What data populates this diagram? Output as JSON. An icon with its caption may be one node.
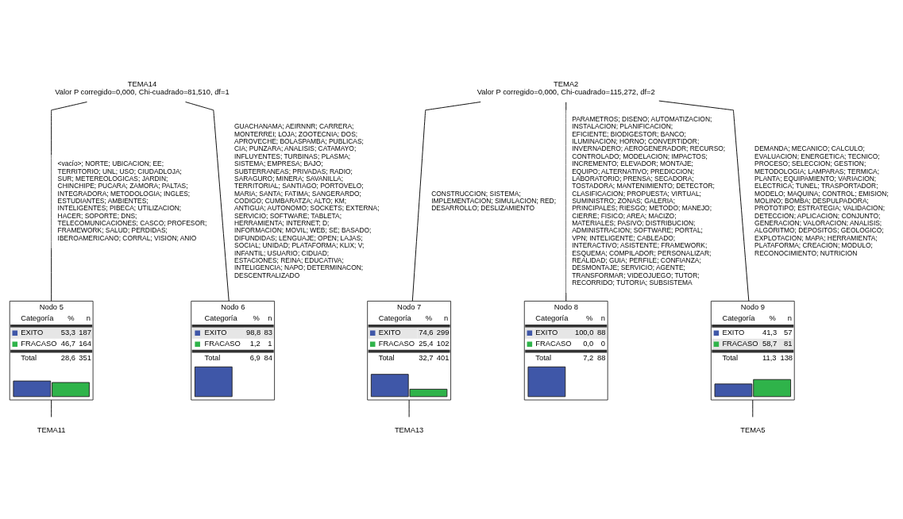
{
  "diagram": {
    "nodes": [
      {
        "text": [
          "TEMA14",
          "Valor P corregido=0,000, Chi-cuadrado=81,510, df=1"
        ]
      },
      {
        "text": [
          "TEMA2",
          "Valor P corregido=0,000, Chi-cuadrado=115,272, df=2"
        ]
      },
      {
        "text": [
          "Nodo 5",
          "Categoría",
          "%",
          "n",
          "EXITO",
          "53,3",
          "187",
          "FRACASO",
          "46,7",
          "164",
          "Total",
          "28,6",
          "351"
        ]
      },
      {
        "text": [
          "Nodo 6",
          "Categoría",
          "%",
          "n",
          "EXITO",
          "98,8",
          "83",
          "FRACASO",
          "1,2",
          "1",
          "Total",
          "6,9",
          "84"
        ]
      },
      {
        "text": [
          "Nodo 7",
          "Categoría",
          "%",
          "n",
          "EXITO",
          "74,6",
          "299",
          "FRACASO",
          "25,4",
          "102",
          "Total",
          "32,7",
          "401"
        ]
      },
      {
        "text": [
          "Nodo 8",
          "Categoría",
          "%",
          "n",
          "EXITO",
          "100,0",
          "88",
          "FRACASO",
          "0,0",
          "0",
          "Total",
          "7,2",
          "88"
        ]
      },
      {
        "text": [
          "Nodo 9",
          "Categoría",
          "%",
          "n",
          "EXITO",
          "41,3",
          "57",
          "FRACASO",
          "58,7",
          "81",
          "Total",
          "11,3",
          "138"
        ]
      },
      {
        "text": [
          "TEMA11"
        ]
      },
      {
        "text": [
          "TEMA13"
        ]
      },
      {
        "text": [
          "TEMA5"
        ]
      }
    ],
    "edges": [
      {
        "from": 0,
        "to": 2,
        "arrow": "none",
        "label": "<vacío>; NORTE; UBICACION; EE; TERRITORIO; UNL; USO; CIUDADLOJA; SUR; METEREOLOGICAS; JARDIN; CHINCHIPE; PUCARA; ZAMORA; PALTAS; INTEGRADORA; METODOLOGIA; INGLES; ESTUDIANTES; AMBIENTES; INTELIGENTES; PIBECA; UTILIZACION; HACER; SOPORTE; DNS; TELECOMUNICACIONES; CASCO; PROFESOR; FRAMEWORK; SALUD; PERDIDAS; IBEROAMERICANO; CORRAL; VISION; ANIO"
      },
      {
        "from": 0,
        "to": 3,
        "arrow": "none",
        "label": "GUACHANAMA; AEIRNNR; CARRERA; MONTERREI; LOJA; ZOOTECNIA; DOS; APROVECHE; BOLASPAMBA; PUBLICAS; CIA; PUNZARA; ANALISIS; CATAMAYO; INFLUYENTES; TURBINAS; PLASMA; SISTEMA; EMPRESA; BAJO; SUBTERRANEAS; PRIVADAS; RADIO; SARAGURO; MINERA; SAVANILLA; TERRITORIAL; SANTIAGO; PORTOVELO; MARIA; SANTA; FATIMA; SANGERARDO; CODIGO; CUMBARATZA; ALTO; KM; ANTIGUA; AUTONOMO; SOCKETS; EXTERNA; SERVICIO; SOFTWARE; TABLETA; HERRAMIENTA; INTERNET; D; INFORMACION; MOVIL; WEB; SE; BASADO; DIFUNDIDAS; LENGUAJE; OPEN; LAJAS; SOCIAL; UNIDAD; PLATAFORMA; KLIX; V; INFANTIL; USUARIO; CIDUAD; ESTACIONES; REINA; EDUCATIVA; INTELIGENCIA; NAPO; DETERMINACON; DESCENTRALIZADO"
      },
      {
        "from": 1,
        "to": 4,
        "arrow": "none",
        "label": "CONSTRUCCION; SISTEMA; IMPLEMENTACION; SIMULACION; RED; DESARROLLO; DESLIZAMIENTO"
      },
      {
        "from": 1,
        "to": 5,
        "arrow": "none",
        "label": "PARAMETROS; DISENO; AUTOMATIZACION; INSTALACION; PLANIFICACION; EFICIENTE; BIODIGESTOR; BANCO; ILUMINACION; HORNO; CONVERTIDOR; INVERNADERO; AEROGENERADOR; RECURSO; CONTROLADO; MODELACION; IMPACTOS; INCREMENTO; ELEVADOR; MONTAJE; EQUIPO; ALTERNATIVO; PREDICCION; LABORATORIO; PRENSA; SECADORA; TOSTADORA; MANTENIMIENTO; DETECTOR; CLASIFICACION; PROPUESTA; VIRTUAL; SUMINISTRO; ZONAS; GALERIA; PRINCIPALES; RIESGO; METODO; MANEJO; CIERRE; FISICO; AREA; MACIZO; MATERIALES; PASIVO; DISTRIBUCION; ADMINISTRACION; SOFTWARE; PORTAL; VPN; INTELIGENTE; CABLEADO; INTERACTIVO; ASISTENTE; FRAMEWORK; ESQUEMA; COMPILADOR; PERSONALIZAR; REALIDAD; GUIA; PERFILE; CONFIANZA; DESMONTAJE; SERVICIO; AGENTE; TRANSFORMAR; VIDEOJUEGO; TUTOR; RECORRIDO; TUTORIA; SUBSISTEMA"
      },
      {
        "from": 1,
        "to": 6,
        "arrow": "none",
        "label": "DEMANDA; MECANICO; CALCULO; EVALUACION; ENERGETICA; TECNICO; PROCESO; SELECCION; GESTION; METODOLOGIA; LAMPARAS; TERMICA; PLANTA; EQUIPAMIENTO; VARIACION; ELECTRICA; TUNEL; TRASPORTADOR; MODELO; MAQUINA; CONTROL; EMISION; MOLINO; BOMBA; DESPULPADORA; PROTOTIPO; ESTRATEGIA; VALIDACION; DETECCION; APLICACION; CONJUNTO; GENERACION; VALORACION; ANALISIS; ALGORITMO; DEPOSITOS; GEOLOGICO; EXPLOTACION; MAPA; HERRAMIENTA; PLATAFORMA; CREACION; MODULO; RECONOCIMIENTO; NUTRICION"
      },
      {
        "from": 2,
        "to": 7,
        "arrow": "none"
      },
      {
        "from": 4,
        "to": 8,
        "arrow": "none"
      },
      {
        "from": 6,
        "to": 9,
        "arrow": "none"
      }
    ]
  }
}
